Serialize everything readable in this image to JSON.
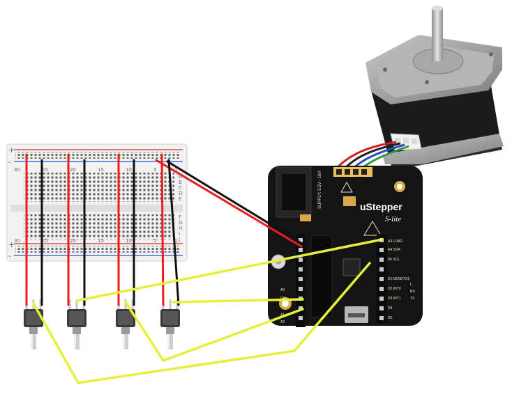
{
  "board": {
    "title": "uStepper",
    "subtitle": "S-lite",
    "supply_label": "SUPPLY: 5.5V - 16V",
    "pin_labels": [
      "A3 LOAD",
      "A4 SDA",
      "A5 SCL",
      "D1 MOSI/TX1",
      "D2 INT0",
      "D3 INT1",
      "D4",
      "D5"
    ],
    "left_pin_labels": [
      "A0",
      "D0",
      "A1",
      "A2"
    ],
    "right_labels": [
      "L",
      "RX",
      "TX"
    ]
  },
  "breadboard": {
    "col_numbers_top": [
      "30",
      "25",
      "20",
      "15",
      "10",
      "5",
      "1"
    ],
    "col_numbers_bottom": [
      "30",
      "25",
      "20",
      "15",
      "10",
      "5",
      "1"
    ],
    "row_letters_top": [
      "A",
      "B",
      "C",
      "D",
      "E"
    ],
    "row_letters_bottom": [
      "F",
      "G",
      "H",
      "I",
      "J"
    ],
    "plus_sign": "+",
    "minus_sign": "-"
  },
  "colors": {
    "wire_red": "#ee1c1c",
    "wire_black": "#111111",
    "wire_signal": "#e6f03a",
    "pcb": "#141414",
    "motor_body": "#1a1a1a",
    "motor_cap": "#9a9a9a",
    "motor_wire_blue": "#2b49c9",
    "motor_wire_green": "#2f9a3a",
    "motor_wire_red": "#d02020",
    "motor_wire_black": "#202020"
  },
  "potentiometers": [
    "pot-1",
    "pot-2",
    "pot-3",
    "pot-4"
  ]
}
